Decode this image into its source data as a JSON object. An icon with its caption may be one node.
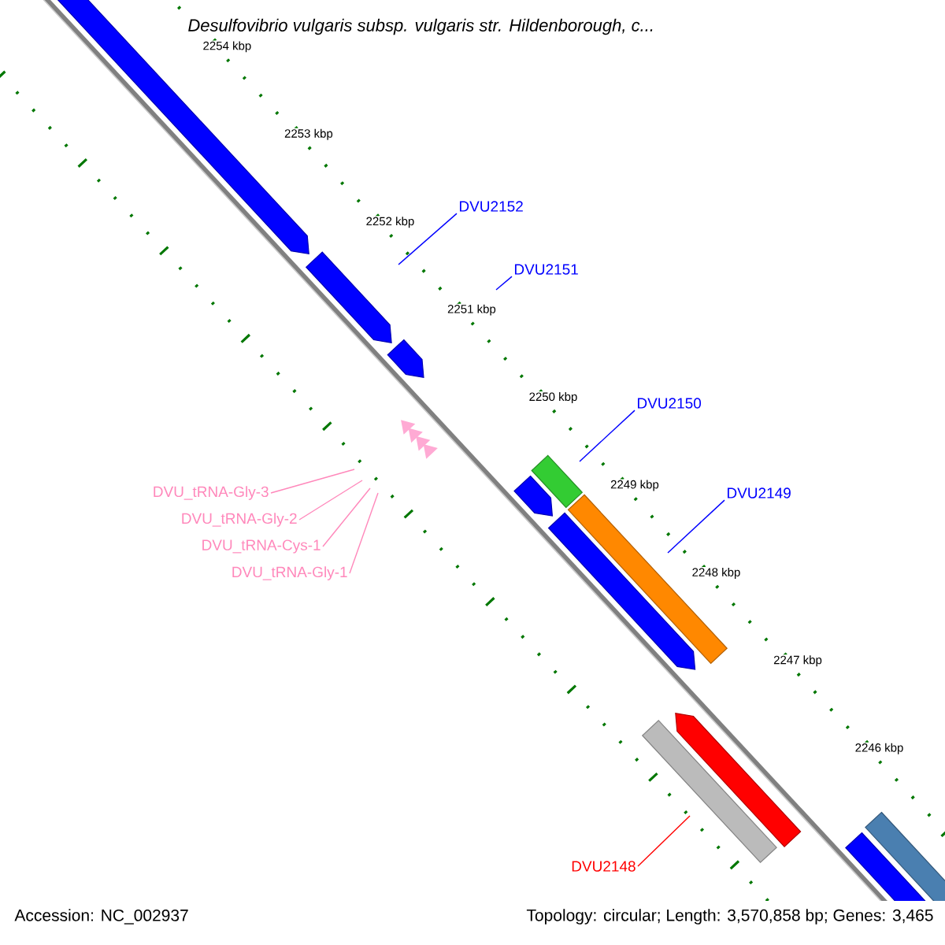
{
  "diagram": {
    "title": "*Desulfovibrio vulgaris* subsp. *vulgaris* str. Hildenborough, c...",
    "nodes": [
      {
        "text": [
          "DVU2152"
        ]
      },
      {
        "text": [
          "DVU2151"
        ]
      },
      {
        "text": [
          "DVU2150"
        ]
      },
      {
        "text": [
          "DVU2149"
        ]
      },
      {
        "text": [
          "DVU_tRNA-Gly-3"
        ]
      },
      {
        "text": [
          "DVU_tRNA-Gly-2"
        ]
      },
      {
        "text": [
          "DVU_tRNA-Cys-1"
        ]
      },
      {
        "text": [
          "DVU_tRNA-Gly-1"
        ]
      },
      {
        "text": [
          "DVU2148"
        ]
      }
    ],
    "edges": [
      {
        "from": 0,
        "to": null,
        "arrow": "none"
      },
      {
        "from": 1,
        "to": null,
        "arrow": "none"
      },
      {
        "from": 2,
        "to": null,
        "arrow": "none"
      },
      {
        "from": 3,
        "to": null,
        "arrow": "none"
      },
      {
        "from": 4,
        "to": null,
        "arrow": "none",
        "color": "#ff88bb"
      },
      {
        "from": 5,
        "to": null,
        "arrow": "none",
        "color": "#ff88bb"
      },
      {
        "from": 6,
        "to": null,
        "arrow": "none",
        "color": "#ff88bb"
      },
      {
        "from": 7,
        "to": null,
        "arrow": "none",
        "color": "#ff88bb"
      },
      {
        "from": 8,
        "to": null,
        "arrow": "none",
        "color": "#ff0000"
      }
    ],
    "labels": [
      "2254 kbp",
      "2253 kbp",
      "2252 kbp",
      "2251 kbp",
      "2250 kbp",
      "2249 kbp",
      "2248 kbp",
      "2247 kbp",
      "2246 kbp",
      "Accession: NC_002937",
      "Topology: circular; Length: 3,570,858 bp; Genes: 3,465"
    ]
  }
}
